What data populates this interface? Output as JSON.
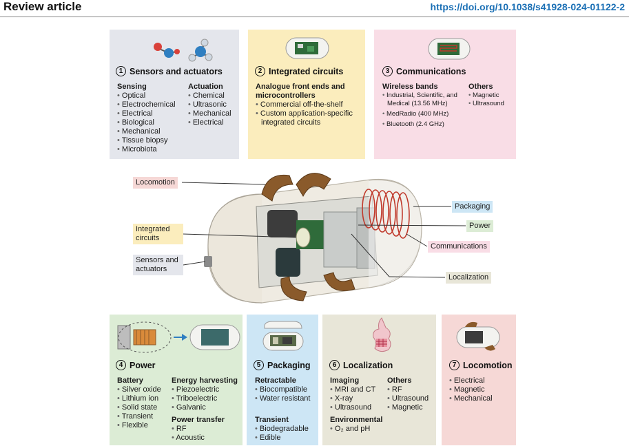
{
  "header": {
    "title": "Review article",
    "doi": "https://doi.org/10.1038/s41928-024-01122-2"
  },
  "colors": {
    "sensors": "#e4e6ec",
    "circuits": "#fbedbd",
    "communications": "#f9dde6",
    "power": "#dcecd5",
    "packaging": "#cde6f5",
    "localization": "#e8e6d8",
    "locomotion": "#f6d8d6",
    "coil": "#c0392b",
    "arm": "#8a5a2b"
  },
  "panels": {
    "sensors": {
      "number": "1",
      "title": "Sensors and actuators",
      "col1": {
        "heading": "Sensing",
        "items": [
          "Optical",
          "Electrochemical",
          "Electrical",
          "Biological",
          "Mechanical",
          "Tissue biopsy",
          "Microbiota"
        ]
      },
      "col2": {
        "heading": "Actuation",
        "items": [
          "Chemical",
          "Ultrasonic",
          "Mechanical",
          "Electrical"
        ]
      }
    },
    "circuits": {
      "number": "2",
      "title": "Integrated circuits",
      "col1": {
        "heading": "Analogue front ends and microcontrollers",
        "items": [
          "Commercial off-the-shelf",
          "Custom application-specific integrated circuits"
        ]
      }
    },
    "communications": {
      "number": "3",
      "title": "Communications",
      "col1": {
        "heading": "Wireless bands",
        "items": [
          "Industrial, Scientific, and Medical (13.56 MHz)",
          "MedRadio (400 MHz)",
          "Bluetooth (2.4 GHz)"
        ]
      },
      "col2": {
        "heading": "Others",
        "items": [
          "Magnetic",
          "Ultrasound"
        ]
      }
    },
    "power": {
      "number": "4",
      "title": "Power",
      "col1": {
        "heading": "Battery",
        "items": [
          "Silver oxide",
          "Lithium ion",
          "Solid state",
          "Transient",
          "Flexible"
        ]
      },
      "col2": {
        "heading": "Energy harvesting",
        "items": [
          "Piezoelectric",
          "Triboelectric",
          "Galvanic"
        ]
      },
      "col3": {
        "heading": "Power transfer",
        "items": [
          "RF",
          "Acoustic"
        ]
      }
    },
    "packaging": {
      "number": "5",
      "title": "Packaging",
      "col1": {
        "heading": "Retractable",
        "items": [
          "Biocompatible",
          "Water resistant"
        ]
      },
      "col2": {
        "heading": "Transient",
        "items": [
          "Biodegradable",
          "Edible"
        ]
      }
    },
    "localization": {
      "number": "6",
      "title": "Localization",
      "col1": {
        "heading": "Imaging",
        "items": [
          "MRI and CT",
          "X-ray",
          "Ultrasound"
        ]
      },
      "col2": {
        "heading": "Others",
        "items": [
          "RF",
          "Ultrasound",
          "Magnetic"
        ]
      },
      "col3": {
        "heading": "Environmental",
        "items": [
          "O₂ and pH"
        ]
      }
    },
    "locomotion": {
      "number": "7",
      "title": "Locomotion",
      "col1": {
        "items": [
          "Electrical",
          "Magnetic",
          "Mechanical"
        ]
      }
    }
  },
  "callouts": {
    "locomotion": "Locomotion",
    "integrated_circuits": "Integrated circuits",
    "sensors_actuators": "Sensors and actuators",
    "packaging": "Packaging",
    "power": "Power",
    "communications": "Communications",
    "localization": "Localization"
  }
}
